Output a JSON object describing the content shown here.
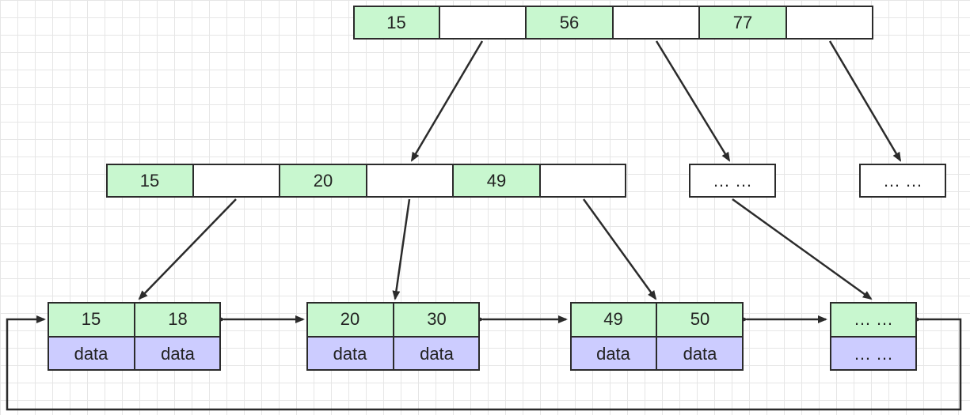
{
  "root": {
    "keys": [
      "15",
      "56",
      "77"
    ]
  },
  "internal": {
    "keys": [
      "15",
      "20",
      "49"
    ]
  },
  "stubs": [
    "… …",
    "… …"
  ],
  "leaves": [
    {
      "keys": [
        "15",
        "18"
      ],
      "data": [
        "data",
        "data"
      ]
    },
    {
      "keys": [
        "20",
        "30"
      ],
      "data": [
        "data",
        "data"
      ]
    },
    {
      "keys": [
        "49",
        "50"
      ],
      "data": [
        "data",
        "data"
      ]
    },
    {
      "keys": [
        "… …"
      ],
      "data": [
        "… …"
      ]
    }
  ],
  "colors": {
    "key_fill": "#c8f7cf",
    "data_fill": "#ccccff",
    "line": "#2b2b2b",
    "grid": "#e6e6e6"
  }
}
